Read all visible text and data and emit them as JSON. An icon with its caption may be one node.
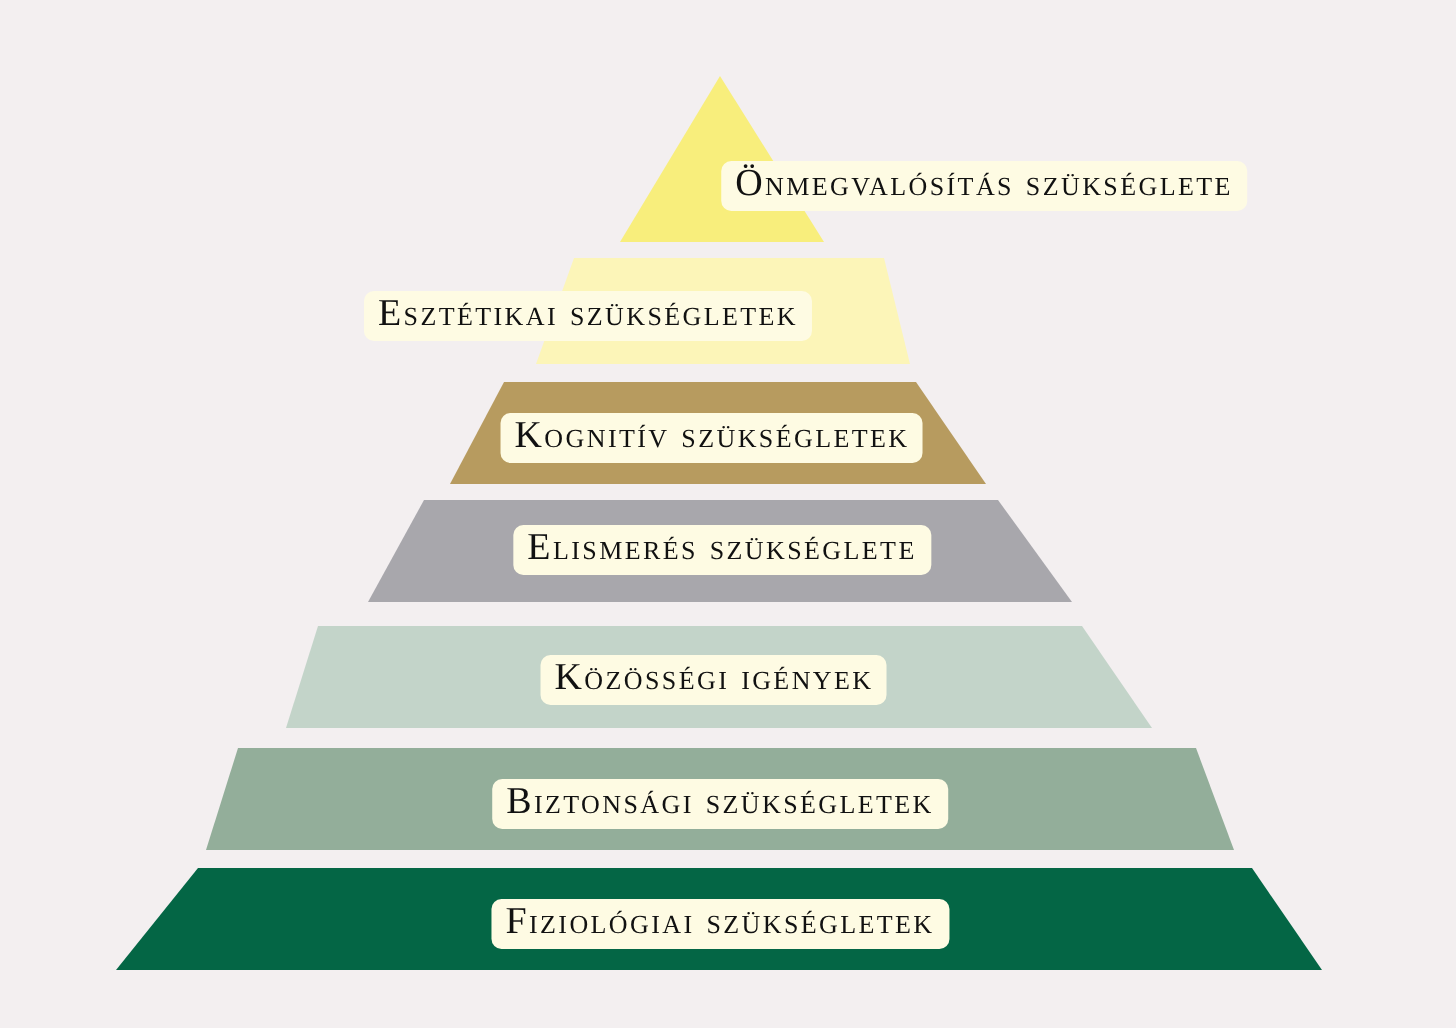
{
  "diagram": {
    "nodes": [
      {
        "text": [
          "Önmegvalósítás szükséglete"
        ]
      },
      {
        "text": [
          "Esztétikai szükségletek"
        ]
      },
      {
        "text": [
          "Kognitív szükségletek"
        ]
      },
      {
        "text": [
          "Elismerés szükséglete"
        ]
      },
      {
        "text": [
          "Közösségi igények"
        ]
      },
      {
        "text": [
          "Biztonsági szükségletek"
        ]
      },
      {
        "text": [
          "Fiziológiai szükségletek"
        ]
      }
    ]
  }
}
